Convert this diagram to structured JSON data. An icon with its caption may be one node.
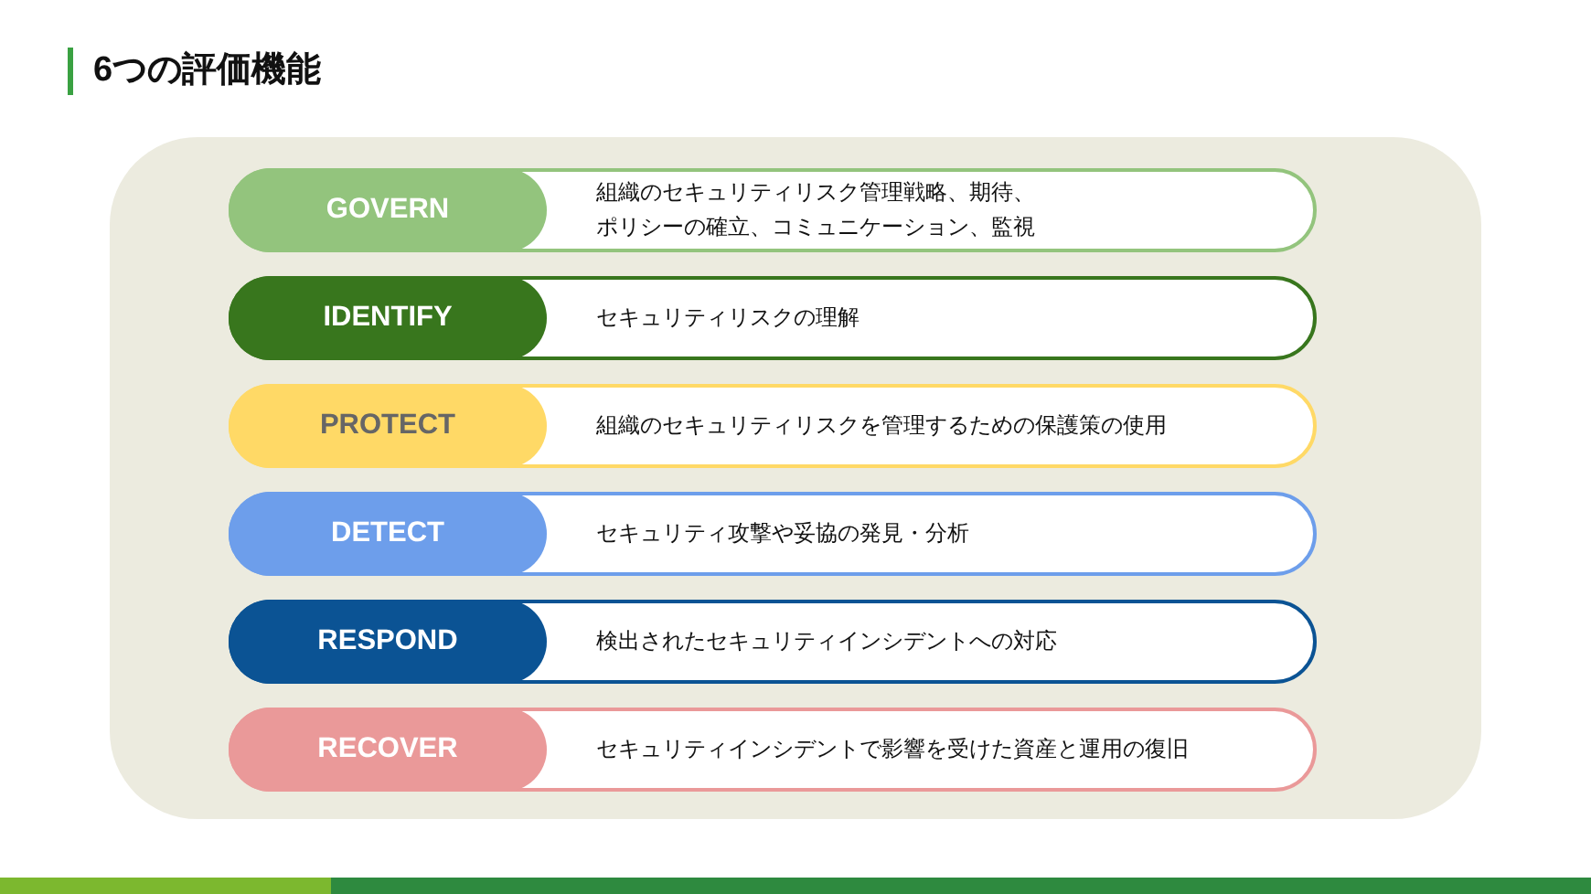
{
  "diagram": {
    "title": "6つの評価機能",
    "nodes": [
      {
        "text": [
          "組織のセキュリティリスク管理戦略、期待、ポリシーの確立、コミュニケーション、監視"
        ]
      },
      {
        "text": [
          "GOVERN"
        ],
        "in": 0
      },
      {
        "text": [
          "セキュリティリスクの理解"
        ]
      },
      {
        "text": [
          "IDENTIFY"
        ],
        "in": 2
      },
      {
        "text": [
          "組織のセキュリティリスクを管理するための保護策の使用"
        ]
      },
      {
        "text": [
          "PROTECT"
        ],
        "in": 4
      },
      {
        "text": [
          "セキュリティ攻撃や妥協の発見・分析"
        ]
      },
      {
        "text": [
          "DETECT"
        ],
        "in": 6
      },
      {
        "text": [
          "検出されたセキュリティインシデントへの対応"
        ]
      },
      {
        "text": [
          "RESPOND"
        ],
        "in": 8
      },
      {
        "text": [
          "セキュリティインシデントで影響を受けた資産と運用の復旧"
        ]
      },
      {
        "text": [
          "RECOVER"
        ],
        "in": 10
      }
    ]
  }
}
